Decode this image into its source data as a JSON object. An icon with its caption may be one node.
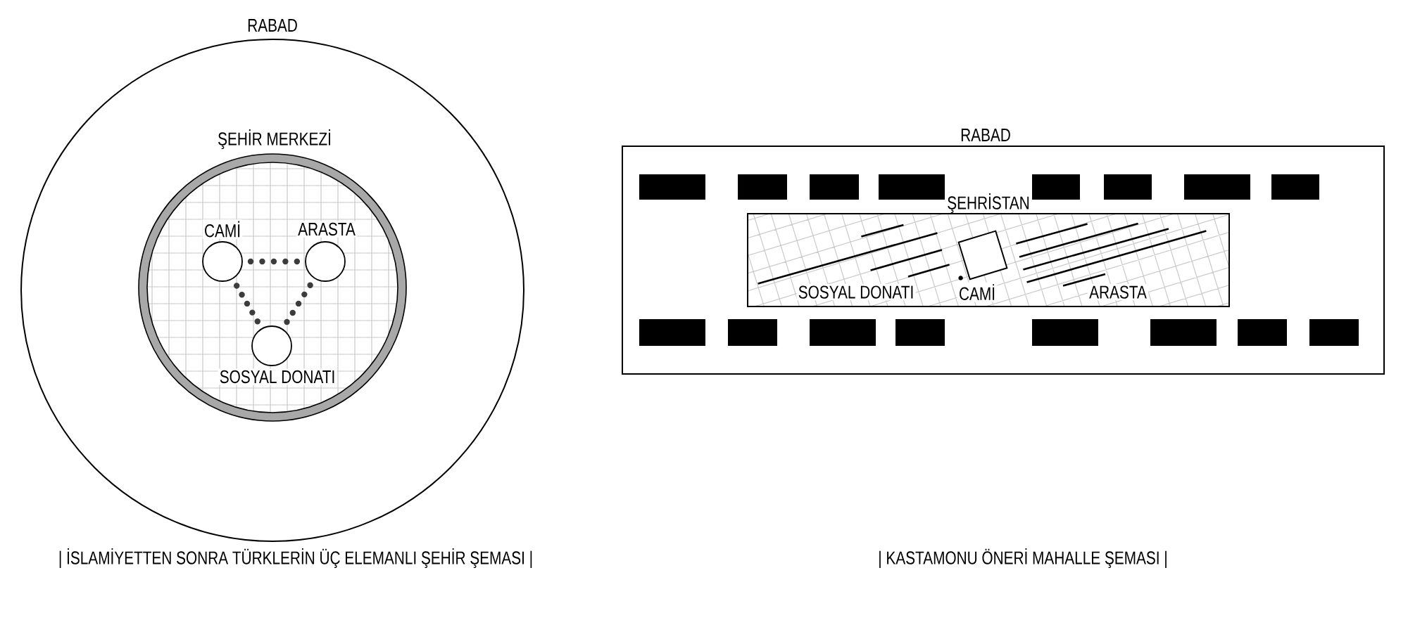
{
  "diagram": {
    "nodes": [
      {
        "text": [
          "RABAD"
        ]
      },
      {
        "text": [
          "ŞEHİR MERKEZİ"
        ],
        "in": 0
      },
      {
        "text": [
          "CAMİ"
        ],
        "in": 1
      },
      {
        "text": [
          "ARASTA"
        ],
        "in": 1
      },
      {
        "text": [
          "SOSYAL DONATI"
        ],
        "in": 1
      },
      {
        "text": [
          "RABAD"
        ]
      },
      {
        "text": [
          "ŞEHRİSTAN",
          "SOSYAL DONATI",
          "ARASTA"
        ],
        "in": 5
      },
      {
        "text": [
          "CAMİ"
        ],
        "in": 6
      }
    ],
    "edges": [
      {
        "from": 2,
        "to": 3,
        "arrow": "none",
        "style": "dashed"
      },
      {
        "from": 2,
        "to": 4,
        "arrow": "none",
        "style": "dashed"
      },
      {
        "from": 3,
        "to": 4,
        "arrow": "none",
        "style": "dashed"
      }
    ],
    "labels": [
      "| İSLAMİYETTEN SONRA TÜRKLERİN ÜÇ ELEMANLI ŞEHİR ŞEMASI |",
      "| KASTAMONU ÖNERİ MAHALLE ŞEMASI |"
    ]
  }
}
